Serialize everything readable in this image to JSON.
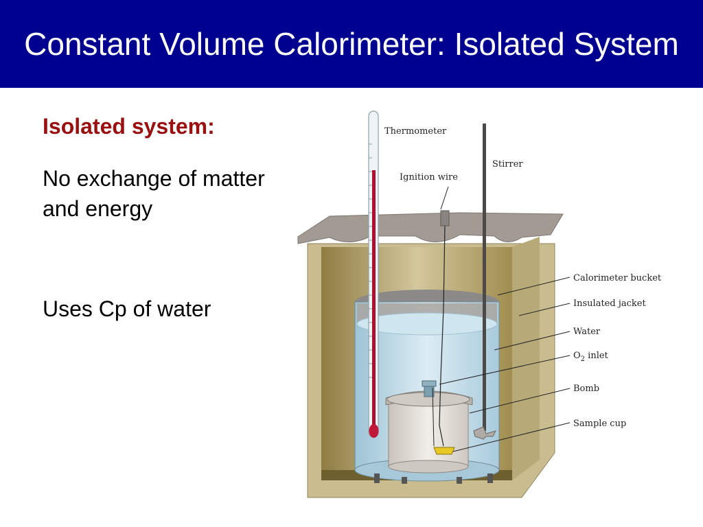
{
  "slide": {
    "title": "Constant Volume Calorimeter:  Isolated System",
    "heading": "Isolated system:",
    "text1": "No exchange of matter and energy",
    "text2": "Uses Cp of water"
  },
  "diagram": {
    "labels": {
      "thermometer": "Thermometer",
      "ignition_wire": "Ignition wire",
      "stirrer": "Stirrer",
      "calorimeter_bucket": "Calorimeter bucket",
      "insulated_jacket": "Insulated jacket",
      "water": "Water",
      "o2_prefix": "O",
      "o2_sub": "2",
      "o2_suffix": " inlet",
      "bomb": "Bomb",
      "sample_cup": "Sample cup"
    },
    "colors": {
      "jacket": "#c9bd8f",
      "jacket_inner": "#a59456",
      "lid": "#a39a93",
      "water": "#bcdbe9",
      "bomb": "#e6e1dc",
      "thermometer_liquid": "#b01030",
      "sample_cup": "#e8c822"
    }
  }
}
